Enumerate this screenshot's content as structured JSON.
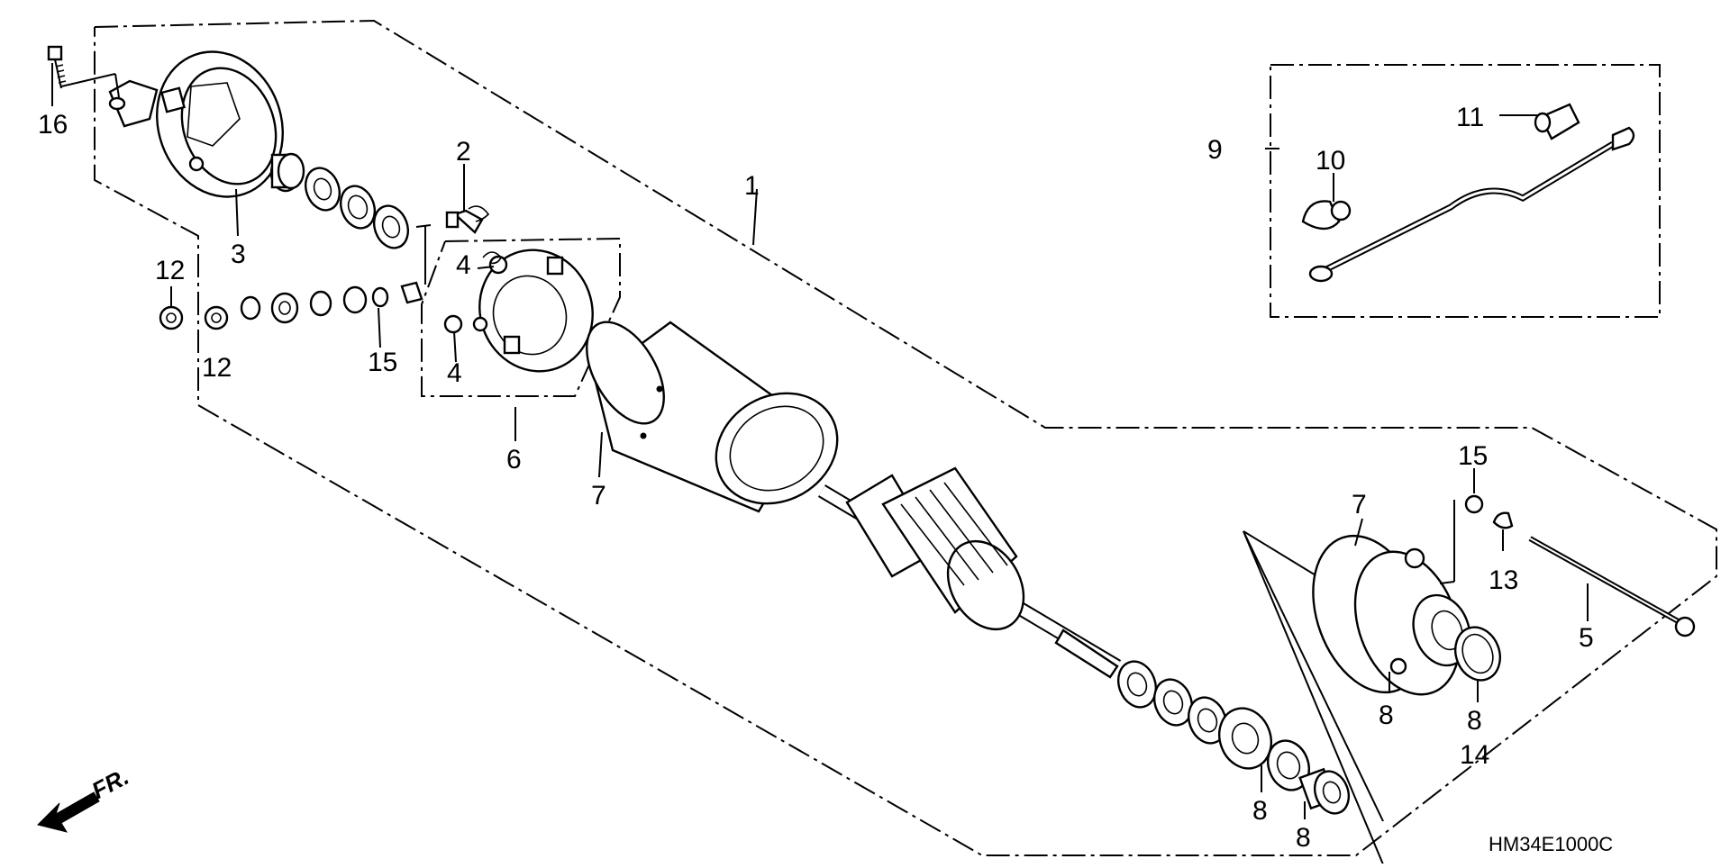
{
  "diagram": {
    "drawing_code": "HM34E1000C",
    "direction_label": "FR.",
    "callouts": [
      {
        "id": "c1",
        "text": "1"
      },
      {
        "id": "c2",
        "text": "2"
      },
      {
        "id": "c3",
        "text": "3"
      },
      {
        "id": "c4a",
        "text": "4"
      },
      {
        "id": "c4b",
        "text": "4"
      },
      {
        "id": "c5",
        "text": "5"
      },
      {
        "id": "c6",
        "text": "6"
      },
      {
        "id": "c7a",
        "text": "7"
      },
      {
        "id": "c7b",
        "text": "7"
      },
      {
        "id": "c8a",
        "text": "8"
      },
      {
        "id": "c8b",
        "text": "8"
      },
      {
        "id": "c8c",
        "text": "8"
      },
      {
        "id": "c8d",
        "text": "8"
      },
      {
        "id": "c9",
        "text": "9"
      },
      {
        "id": "c10",
        "text": "10"
      },
      {
        "id": "c11",
        "text": "11"
      },
      {
        "id": "c12a",
        "text": "12"
      },
      {
        "id": "c12b",
        "text": "12"
      },
      {
        "id": "c13",
        "text": "13"
      },
      {
        "id": "c14",
        "text": "14"
      },
      {
        "id": "c15a",
        "text": "15"
      },
      {
        "id": "c15b",
        "text": "15"
      },
      {
        "id": "c16",
        "text": "16"
      }
    ]
  }
}
